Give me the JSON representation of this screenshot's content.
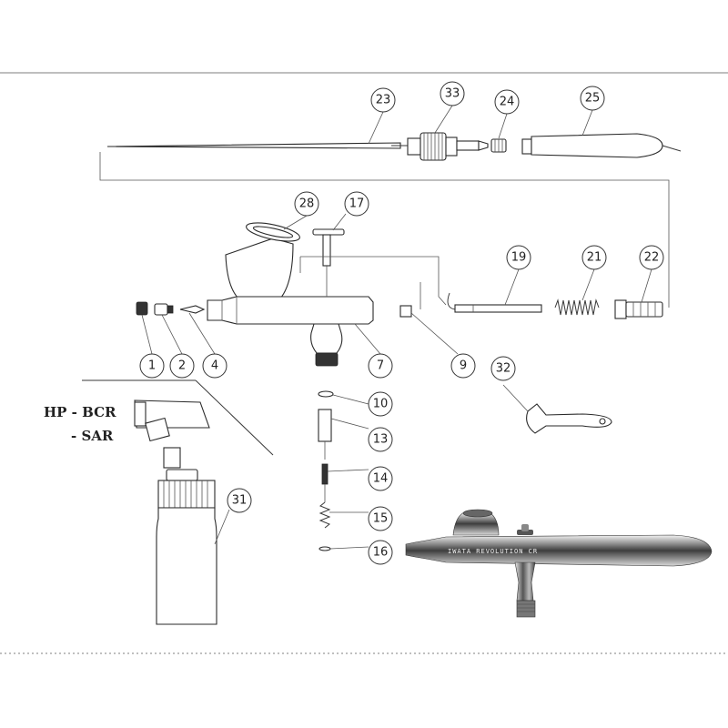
{
  "callouts": [
    "1",
    "2",
    "4",
    "7",
    "9",
    "10",
    "13",
    "14",
    "15",
    "16",
    "17",
    "19",
    "21",
    "22",
    "23",
    "24",
    "25",
    "28",
    "31",
    "32",
    "33"
  ],
  "model_labels": {
    "line1": "HP - BCR",
    "line2": "- SAR"
  },
  "photo": {
    "engraving": "IWATA REVOLUTION CR"
  }
}
